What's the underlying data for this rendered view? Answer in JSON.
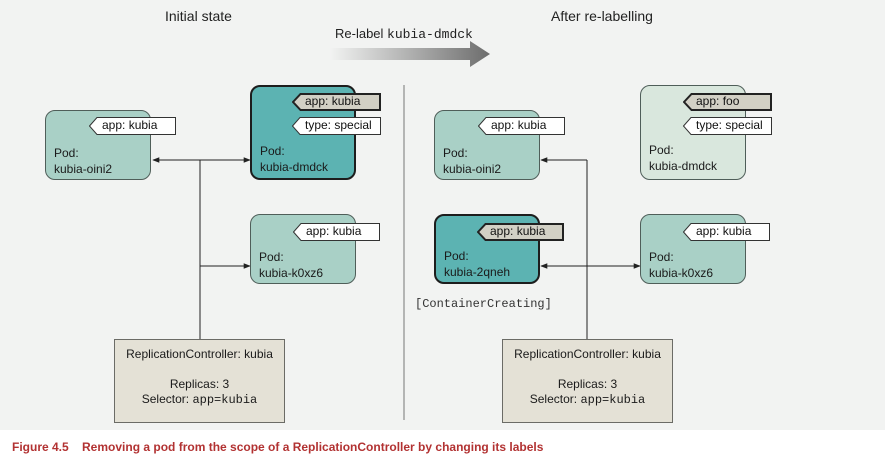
{
  "headings": {
    "left": "Initial state",
    "right": "After re-labelling"
  },
  "transition": {
    "prefix": "Re-label ",
    "pod": "kubia-dmdck"
  },
  "pods": {
    "left_oini2": {
      "line1": "Pod:",
      "line2": "kubia-oini2",
      "labels": [
        "app: kubia"
      ]
    },
    "left_dmdck": {
      "line1": "Pod:",
      "line2": "kubia-dmdck",
      "labels": [
        "app: kubia",
        "type: special"
      ]
    },
    "left_k0xz6": {
      "line1": "Pod:",
      "line2": "kubia-k0xz6",
      "labels": [
        "app: kubia"
      ]
    },
    "right_oini2": {
      "line1": "Pod:",
      "line2": "kubia-oini2",
      "labels": [
        "app: kubia"
      ]
    },
    "right_dmdck": {
      "line1": "Pod:",
      "line2": "kubia-dmdck",
      "labels": [
        "app: foo",
        "type: special"
      ]
    },
    "right_2qneh": {
      "line1": "Pod:",
      "line2": "kubia-2qneh",
      "labels": [
        "app: kubia"
      ]
    },
    "right_k0xz6": {
      "line1": "Pod:",
      "line2": "kubia-k0xz6",
      "labels": [
        "app: kubia"
      ]
    }
  },
  "status": "[ContainerCreating]",
  "replication_controllers": {
    "left": {
      "title": "ReplicationController: kubia",
      "replicas": "Replicas: 3",
      "selector_label": "Selector: ",
      "selector_value": "app=kubia"
    },
    "right": {
      "title": "ReplicationController: kubia",
      "replicas": "Replicas: 3",
      "selector_label": "Selector: ",
      "selector_value": "app=kubia"
    }
  },
  "caption": "Figure 4.5    Removing a pod from the scope of a ReplicationController by changing its labels",
  "colors": {
    "pod": "#a9d0c6",
    "pod_light": "#d9e7dd",
    "pod_active": "#5cb3b2",
    "tag_default": "#ffffff",
    "tag_highlight": "#d2d0c5",
    "rc": "#e4e1d6",
    "caption": "#b23232"
  }
}
